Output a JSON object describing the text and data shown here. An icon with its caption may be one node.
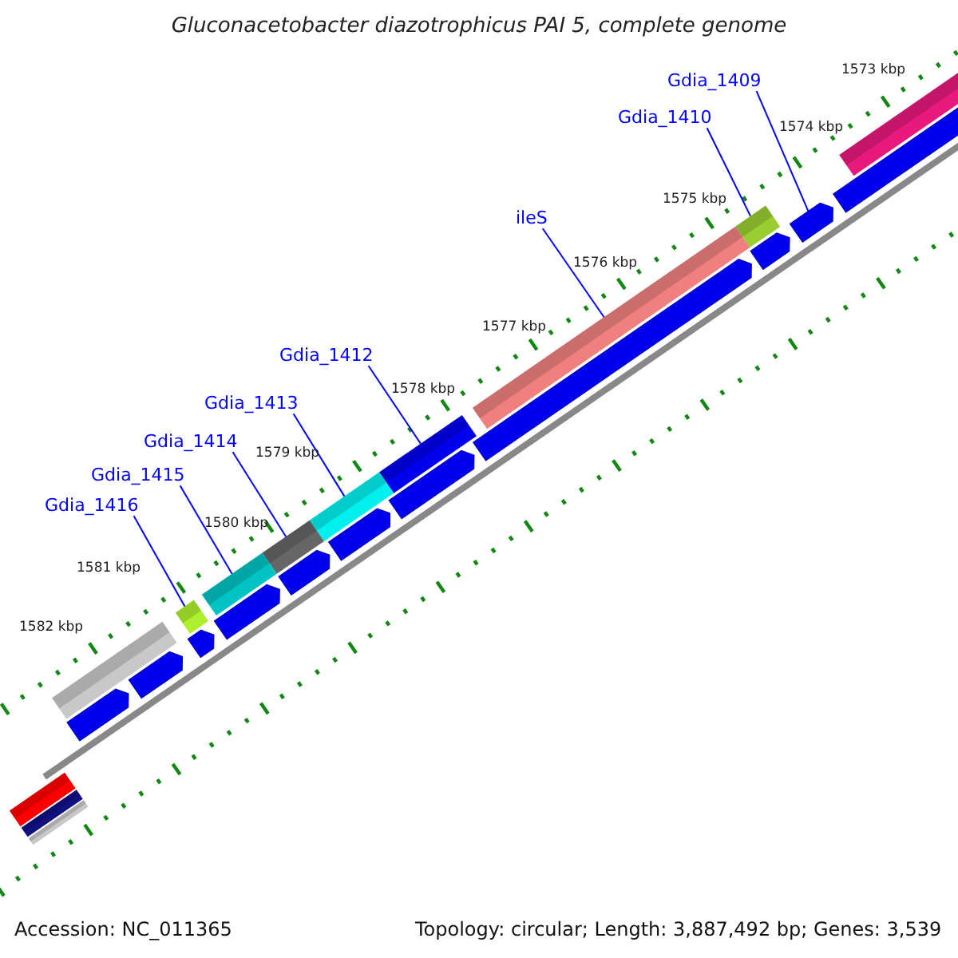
{
  "diagram": {
    "title": "Gluconacetobacter diazotrophicus PAI 5, complete genome",
    "nodes": [
      {
        "text": [
          "Gdia_1409"
        ]
      },
      {
        "text": [
          "Gdia_1410"
        ]
      },
      {
        "text": [
          "ileS"
        ]
      },
      {
        "text": [
          "Gdia_1412"
        ]
      },
      {
        "text": [
          "Gdia_1413"
        ]
      },
      {
        "text": [
          "Gdia_1414"
        ]
      },
      {
        "text": [
          "Gdia_1415"
        ]
      },
      {
        "text": [
          "Gdia_1416"
        ]
      },
      {
        "text": [],
        "shape": "bar"
      },
      {
        "text": [],
        "shape": "bar"
      },
      {
        "text": [],
        "shape": "bar"
      },
      {
        "text": [],
        "shape": "bar"
      },
      {
        "text": [],
        "shape": "bar"
      },
      {
        "text": [],
        "shape": "bar"
      },
      {
        "text": [],
        "shape": "bar"
      },
      {
        "text": [],
        "shape": "bar"
      }
    ],
    "edges": [
      {
        "from": 0,
        "to": 8,
        "arrow": "none"
      },
      {
        "from": 1,
        "to": 9,
        "arrow": "none"
      },
      {
        "from": 2,
        "to": 10,
        "arrow": "none"
      },
      {
        "from": 3,
        "to": 11,
        "arrow": "none"
      },
      {
        "from": 4,
        "to": 12,
        "arrow": "none"
      },
      {
        "from": 5,
        "to": 13,
        "arrow": "none"
      },
      {
        "from": 6,
        "to": 14,
        "arrow": "none"
      },
      {
        "from": 7,
        "to": 15,
        "arrow": "none"
      }
    ],
    "labels": [
      "1573 kbp",
      "1574 kbp",
      "1575 kbp",
      "1576 kbp",
      "1577 kbp",
      "1578 kbp",
      "1579 kbp",
      "1580 kbp",
      "1581 kbp",
      "1582 kbp",
      "Accession: NC_011365",
      "Topology: circular; Length: 3,887,492 bp; Genes: 3,539"
    ]
  }
}
